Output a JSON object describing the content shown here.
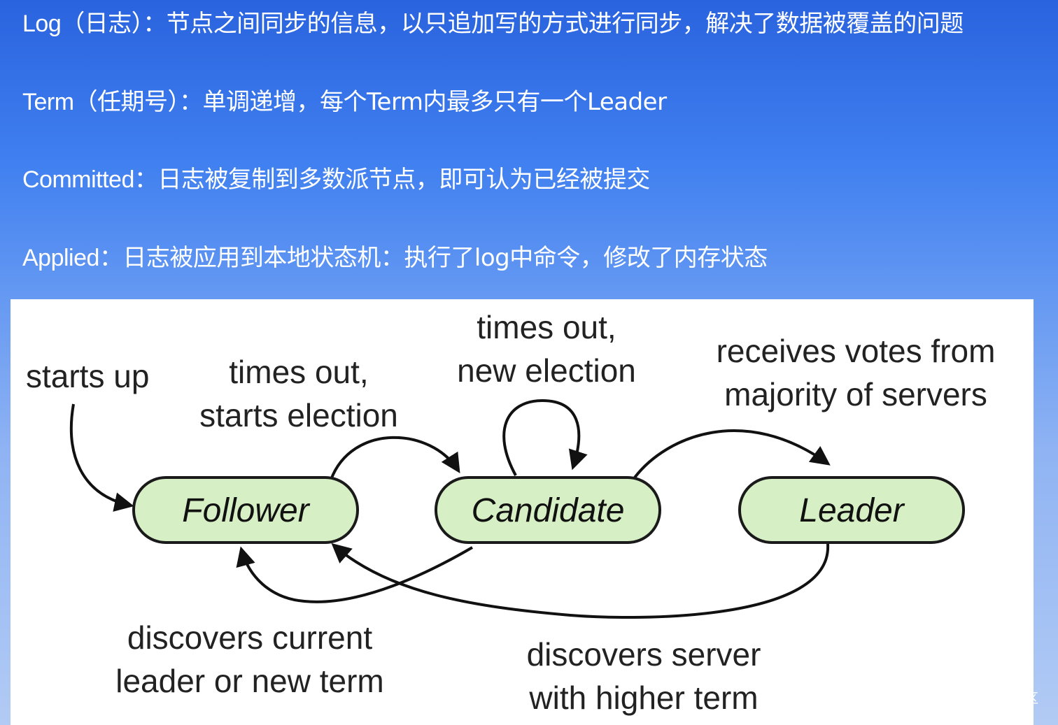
{
  "definitions": [
    {
      "term": "Log",
      "text": "（日志）：节点之间同步的信息，以只追加写的方式进行同步，解决了数据被覆盖的问题"
    },
    {
      "term": "Term",
      "text": "（任期号）：单调递增，每个Term内最多只有一个Leader"
    },
    {
      "term": "Committed",
      "text": "：日志被复制到多数派节点，即可认为已经被提交"
    },
    {
      "term": "Applied",
      "text": "：日志被应用到本地状态机：执行了log中命令，修改了内存状态"
    }
  ],
  "diagram": {
    "states": {
      "follower": "Follower",
      "candidate": "Candidate",
      "leader": "Leader"
    },
    "labels": {
      "starts_up": "starts up",
      "times_out_starts_1": "times out,",
      "times_out_starts_2": "starts election",
      "times_out_new_1": "times out,",
      "times_out_new_2": "new election",
      "receives_votes_1": "receives votes from",
      "receives_votes_2": "majority of servers",
      "discovers_current_1": "discovers current",
      "discovers_current_2": "leader or new term",
      "discovers_server_1": "discovers server",
      "discovers_server_2": "with higher term"
    },
    "colors": {
      "state_fill": "#d6efc4",
      "state_stroke": "#1a1a1a",
      "arrow": "#111111"
    }
  },
  "watermark": "@稀土掘金技术社区"
}
